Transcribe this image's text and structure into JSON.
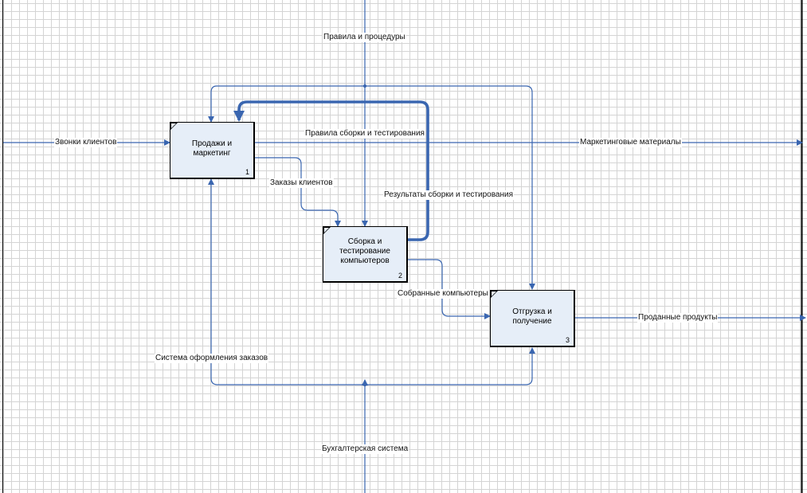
{
  "colors": {
    "arrow": "#3a66b0",
    "box_fill": "#e6eef8",
    "grid": "#d4d4d4"
  },
  "activities": [
    {
      "title": "Продажи и\nмаркетинг",
      "number": "1"
    },
    {
      "title": "Сборка и\nтестирование\nкомпьютеров",
      "number": "2"
    },
    {
      "title": "Отгрузка и\nполучение",
      "number": "3"
    }
  ],
  "labels": {
    "rules_procedures": "Правила и процедуры",
    "customer_calls": "Звонки клиентов",
    "assembly_rules": "Правила сборки и тестирования",
    "marketing_materials": "Маркетинговые материалы",
    "customer_orders": "Заказы клиентов",
    "assembly_results": "Результаты сборки и тестирования",
    "assembled_computers": "Собранные компьютеры",
    "sold_products": "Проданные продукты",
    "order_system": "Система оформления заказов",
    "accounting_system": "Бухгалтерская система"
  }
}
